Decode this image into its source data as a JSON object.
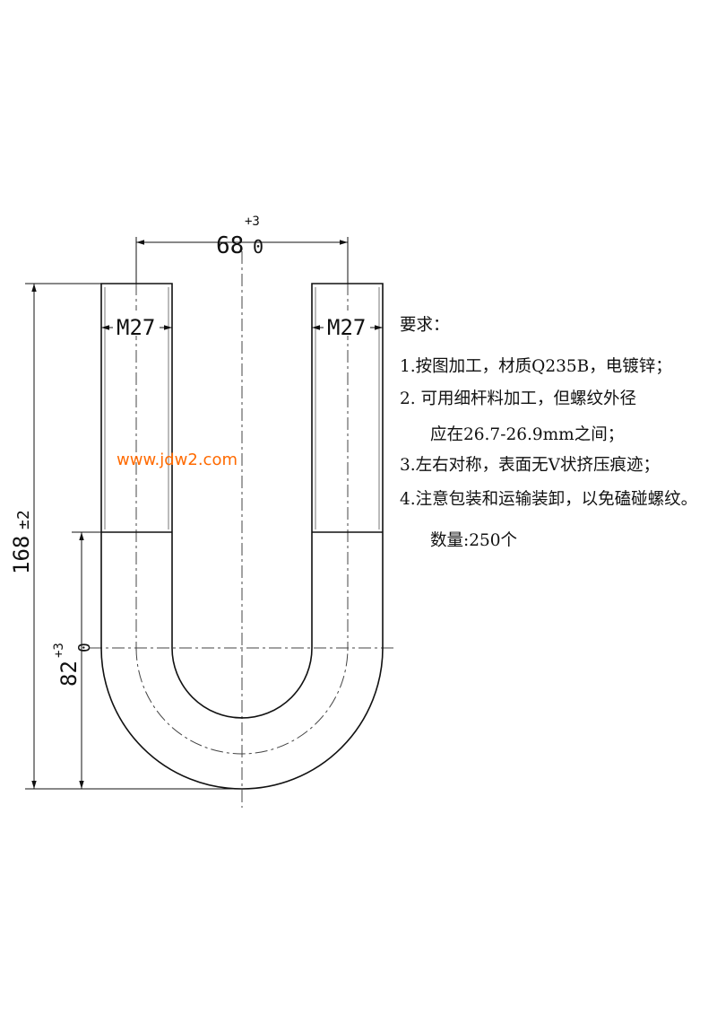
{
  "drawing": {
    "width_dim": {
      "value": "68",
      "tol_upper": "+3",
      "tol_lower": "0"
    },
    "thread_left": "M27",
    "thread_right": "M27",
    "height_dim": {
      "value": "168",
      "tol": "±2"
    },
    "bend_dim": {
      "value": "82",
      "tol_upper": "+3",
      "tol_lower": "0"
    }
  },
  "notes": {
    "heading": "要求：",
    "items": [
      "1.按图加工，材质Q235B，电镀锌；",
      "2. 可用细杆料加工，但螺纹外径",
      "应在26.7-26.9mm之间；",
      "3.左右对称，表面无Ⅴ状挤压痕迹；",
      "4.注意包装和运输装卸，以免磕碰螺纹。",
      "数量:250个"
    ]
  },
  "watermark": {
    "text": "www.jdw2.com",
    "color": "#ff6a00"
  },
  "colors": {
    "line": "#111111",
    "background": "#ffffff"
  }
}
